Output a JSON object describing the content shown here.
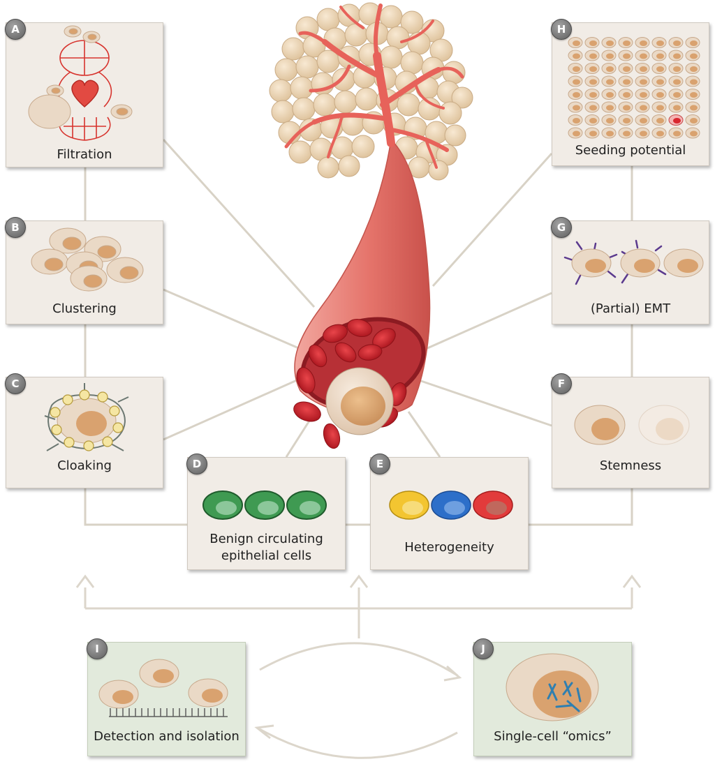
{
  "panels": {
    "a": {
      "letter": "A",
      "label": "Filtration"
    },
    "b": {
      "letter": "B",
      "label": "Clustering"
    },
    "c": {
      "letter": "C",
      "label": "Cloaking"
    },
    "d": {
      "letter": "D",
      "label_line1": "Benign circulating",
      "label_line2": "epithelial cells"
    },
    "e": {
      "letter": "E",
      "label": "Heterogeneity"
    },
    "f": {
      "letter": "F",
      "label": "Stemness"
    },
    "g": {
      "letter": "G",
      "label": "(Partial) EMT"
    },
    "h": {
      "letter": "H",
      "label": "Seeding potential"
    },
    "i": {
      "letter": "I",
      "label": "Detection and isolation"
    },
    "j": {
      "letter": "J",
      "label": "Single-cell “omics”"
    }
  },
  "colors": {
    "vessel": "#e5746b",
    "red_blood_cell": "#c8232a",
    "tumor_cell": "#ead9c6",
    "nucleus": "#d9a26f",
    "benign_green": "#3f9a52",
    "heterogeneity_yellow": "#f3c531",
    "heterogeneity_blue": "#2d6fc9",
    "heterogeneity_red": "#e23b3b",
    "emt_marker": "#5b3a8e",
    "chromosome": "#2f7fb0"
  }
}
